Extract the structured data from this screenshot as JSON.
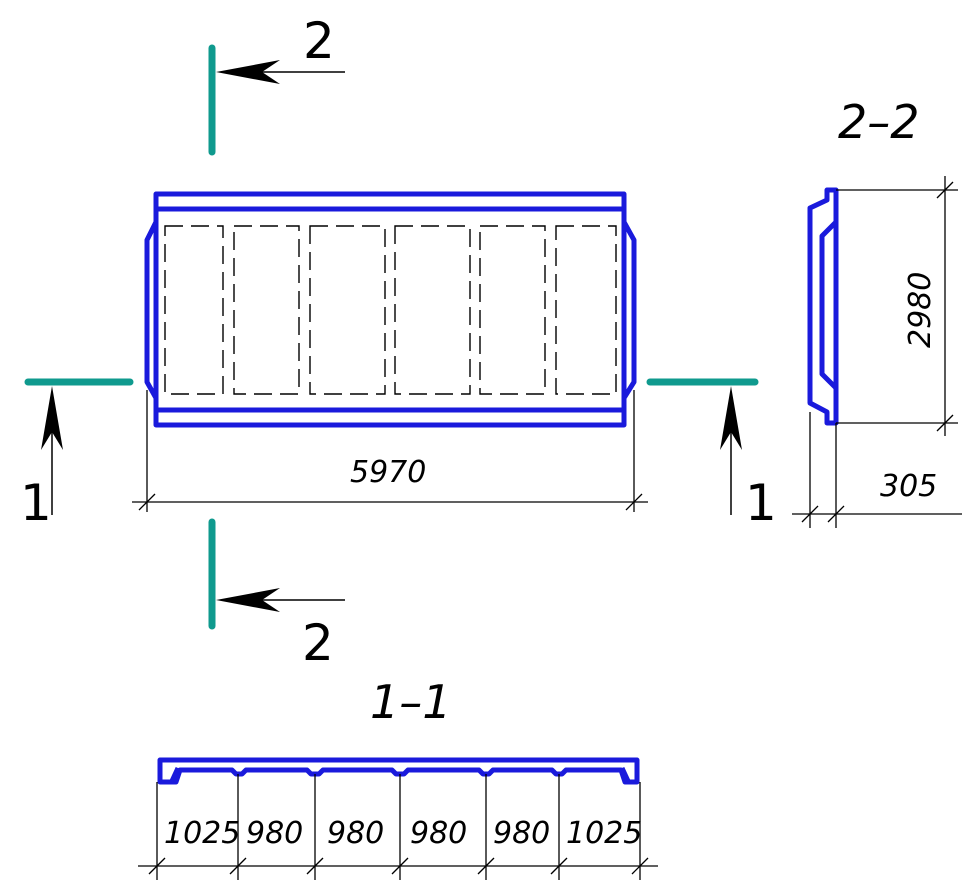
{
  "section_labels": {
    "top_cut": "2",
    "bottom_cut": "2",
    "left_cut": "1",
    "right_cut": "1"
  },
  "view_titles": {
    "section_2_2": "2–2",
    "section_1_1": "1–1"
  },
  "dimensions": {
    "length": "5970",
    "height": "2980",
    "thickness": "305",
    "segments": [
      "1025",
      "980",
      "980",
      "980",
      "980",
      "1025"
    ]
  },
  "colors": {
    "outline": "#1a1adc",
    "cut_line": "#0f9a8e",
    "dimension": "#000000"
  }
}
